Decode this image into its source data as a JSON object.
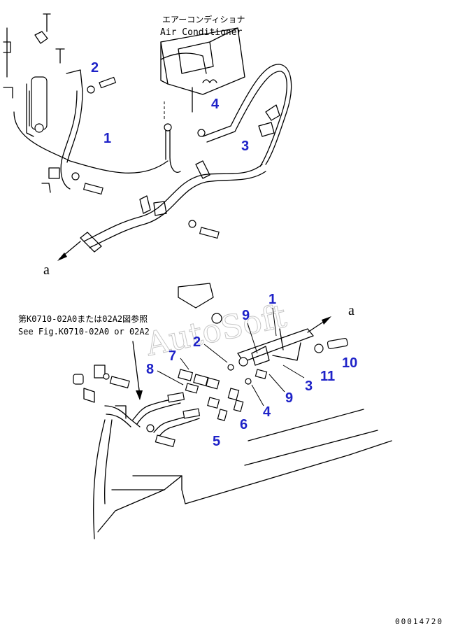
{
  "title": {
    "japanese": "エアーコンディショナ",
    "english": "Air Conditioner"
  },
  "reference": {
    "japanese": "第K0710-02A0または02A2図参照",
    "english": "See Fig.K0710-02A0 or 02A2"
  },
  "arrow_labels": {
    "top_diagram": "a",
    "bottom_diagram": "a"
  },
  "watermark": "AutoSoft",
  "part_number": "00014720",
  "callouts_top": [
    "2",
    "1",
    "4",
    "3"
  ],
  "callouts_bottom": [
    "9",
    "1",
    "2",
    "7",
    "8",
    "11",
    "10",
    "3",
    "9",
    "4",
    "6",
    "5"
  ],
  "colors": {
    "callout": "#1e22c8",
    "ink": "#000000",
    "watermark": "#9a9a9a"
  }
}
